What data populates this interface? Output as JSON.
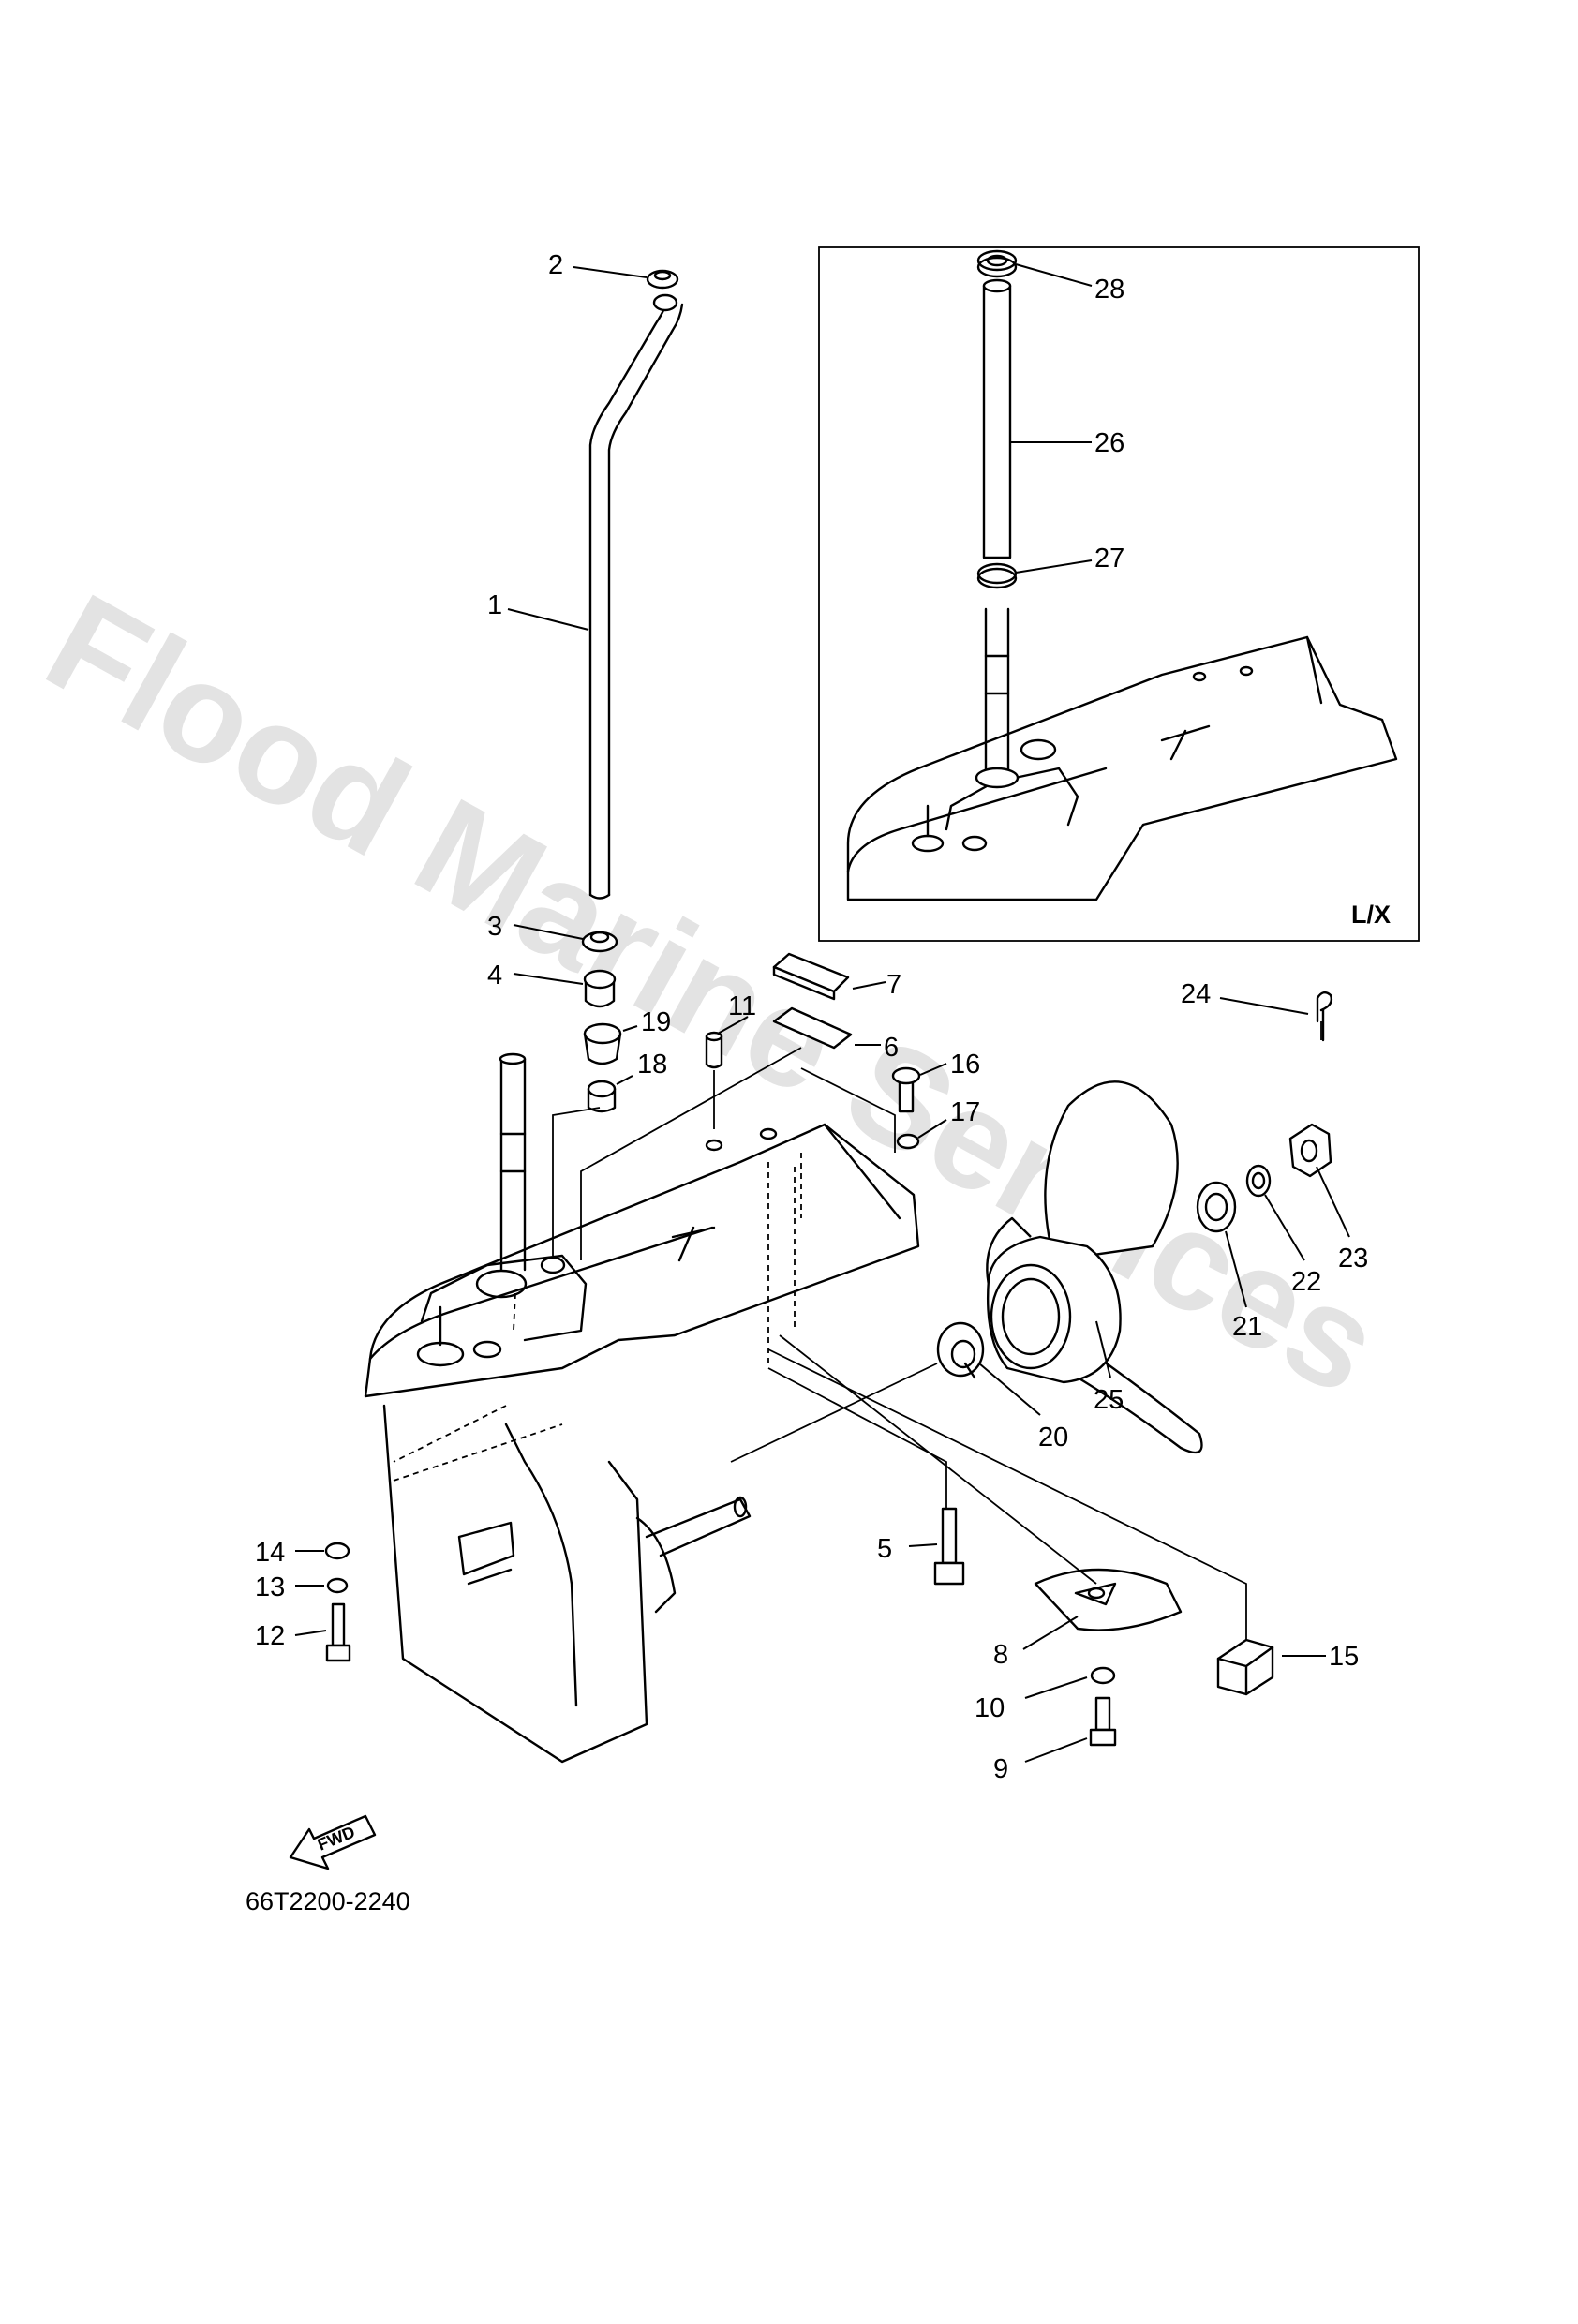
{
  "watermark": "Flood Marine Services",
  "diagram_code": "66T2200-2240",
  "inset_label": "L/X",
  "fwd_label": "FWD",
  "callouts": [
    "1",
    "2",
    "3",
    "4",
    "5",
    "6",
    "7",
    "8",
    "9",
    "10",
    "11",
    "12",
    "13",
    "14",
    "15",
    "16",
    "17",
    "18",
    "19",
    "20",
    "21",
    "22",
    "23",
    "24",
    "25",
    "26",
    "27",
    "28"
  ]
}
